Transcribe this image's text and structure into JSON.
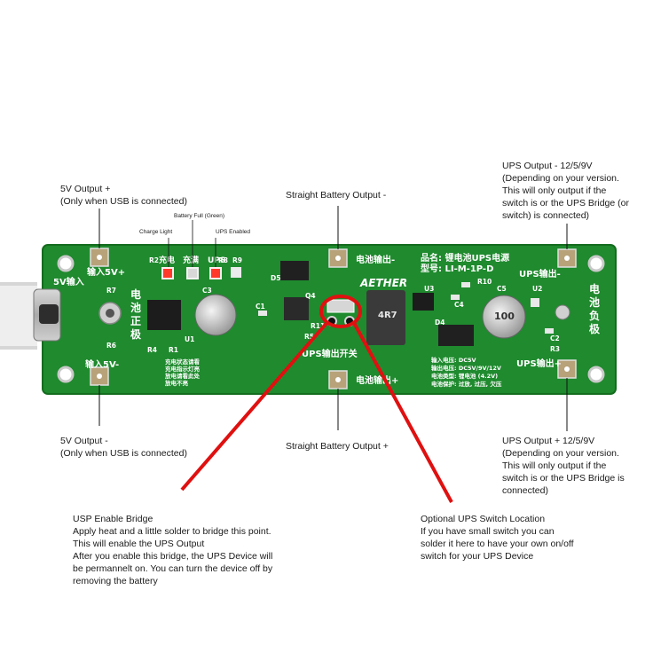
{
  "labels": {
    "out5v_plus": "5V Output +\n(Only when USB is connected)",
    "out5v_minus": "5V Output -\n(Only when USB is connected)",
    "batt_minus": "Straight Battery Output -",
    "batt_plus": "Straight Battery Output +",
    "ups_minus": "UPS Output - 12/5/9V\n(Depending on your version.\nThis will only output if the\nswitch is or the UPS Bridge (or\nswitch) is connected)",
    "ups_plus": "UPS Output + 12/5/9V\n(Depending on your version.\nThis will only output if the\nswitch is or the UPS Bridge is\nconnected)",
    "enable_bridge": "USP Enable Bridge\nApply heat and a little solder to bridge this point.\nThis will enable the UPS Output\nAfter you enable this bridge, the UPS Device will\nbe permannelt on. You can turn the device off by\nremoving the battery",
    "switch_location": "Optional UPS Switch Location\nIf you have small switch you can\nsolder it here to have your own on/off\nswitch for your UPS Device",
    "charge_light": "Charge Light",
    "battery_full": "Battery Full (Green)",
    "ups_enabled": "UPS Enabled"
  },
  "board": {
    "brand": "AETHER",
    "title_line1": "品名: 锂电池UPS电源",
    "title_line2": "型号: LI-M-1P-D",
    "silk_5v_in_plus": "输入5V+",
    "silk_5v_in": "5V输入",
    "silk_5v_in_minus": "输入5V-",
    "silk_batt_pos": "电池正极",
    "silk_batt_neg": "电池负极",
    "silk_batt_out_minus": "电池输出-",
    "silk_batt_out_plus": "电池输出+",
    "silk_ups_out_minus": "UPS输出-",
    "silk_ups_out_plus": "UPS输出+",
    "silk_ups_switch": "UPS输出开关",
    "silk_led_labels": [
      "充电",
      "充满",
      "UPS"
    ],
    "silk_specs": [
      "输入电压: DC5V",
      "输出电压: DC5V/9V/12V",
      "电池类型: 锂电池 (4.2V)",
      "电池保护: 过放, 过压, 欠压"
    ],
    "silk_notes": [
      "充电状态请看",
      "充电指示灯亮",
      "放电请看此处",
      "放电不亮"
    ],
    "inductor_marking": "4R7",
    "cap_marking": "100",
    "refs": [
      "R2",
      "R7",
      "R8",
      "R9",
      "R4",
      "R1",
      "R6",
      "R5",
      "R10",
      "R3",
      "C3",
      "C1",
      "C4",
      "C5",
      "C2",
      "D5",
      "Q4",
      "U1",
      "U2",
      "U3",
      "D4",
      "R11"
    ]
  },
  "colors": {
    "pcb": "#1f8a2e",
    "pcb_dark": "#15701f",
    "annotation_red": "#e01010",
    "led_red": "#ff3a2a",
    "pad_gold": "#b7a27a"
  }
}
